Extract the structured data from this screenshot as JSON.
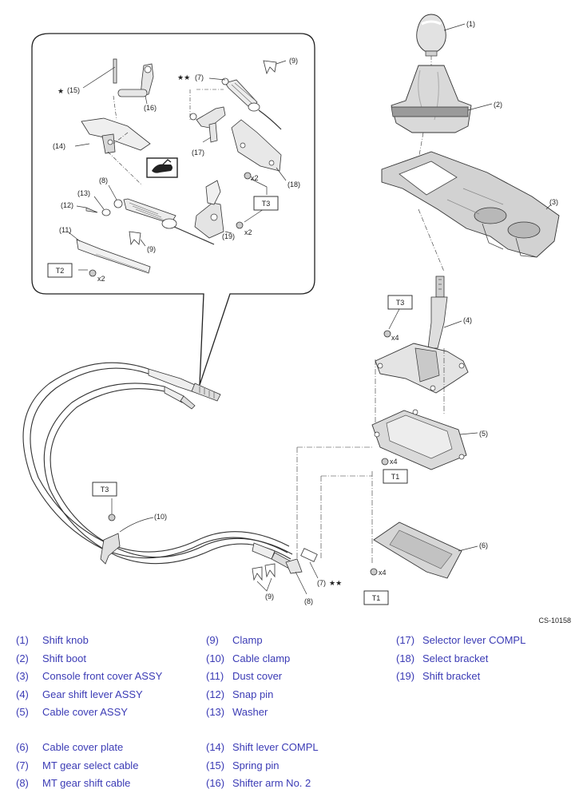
{
  "figure_code": "CS-10158",
  "callouts": {
    "c1": "(1)",
    "c2": "(2)",
    "c3": "(3)",
    "c4": "(4)",
    "c5": "(5)",
    "c6": "(6)",
    "c7_top": "(7)",
    "c7_bottom": "(7)",
    "c8_top": "(8)",
    "c8_bottom": "(8)",
    "c9_top": "(9)",
    "c9_mid": "(9)",
    "c9_bottom": "(9)",
    "c10": "(10)",
    "c11": "(11)",
    "c12": "(12)",
    "c13": "(13)",
    "c14": "(14)",
    "c15": "(15)",
    "c16": "(16)",
    "c17": "(17)",
    "c18": "(18)",
    "c19": "(19)"
  },
  "torque_labels": {
    "t2": "T2",
    "t3_inset_select": "T3",
    "t3_lever": "T3",
    "t3_clamp": "T3",
    "t1_cover": "T1",
    "t1_plate": "T1"
  },
  "quantities": {
    "x2": "x2",
    "x4": "x4"
  },
  "star_marks": {
    "single": "★",
    "double_left": "★★",
    "double_right": "★★"
  },
  "legend": {
    "col1": [
      {
        "num": "(1)",
        "name": "Shift knob"
      },
      {
        "num": "(2)",
        "name": "Shift boot"
      },
      {
        "num": "(3)",
        "name": "Console front cover ASSY"
      },
      {
        "num": "(4)",
        "name": "Gear shift lever ASSY"
      },
      {
        "num": "(5)",
        "name": "Cable cover ASSY"
      },
      {
        "num": "(6)",
        "name": "Cable cover plate"
      },
      {
        "num": "(7)",
        "name": "MT gear select cable"
      },
      {
        "num": "(8)",
        "name": "MT gear shift cable"
      }
    ],
    "col2": [
      {
        "num": "(9)",
        "name": "Clamp"
      },
      {
        "num": "(10)",
        "name": "Cable clamp"
      },
      {
        "num": "(11)",
        "name": "Dust cover"
      },
      {
        "num": "(12)",
        "name": "Snap pin"
      },
      {
        "num": "(13)",
        "name": "Washer"
      },
      {
        "num": "(14)",
        "name": "Shift lever COMPL"
      },
      {
        "num": "(15)",
        "name": "Spring pin"
      },
      {
        "num": "(16)",
        "name": "Shifter arm No. 2"
      }
    ],
    "col3": [
      {
        "num": "(17)",
        "name": "Selector lever COMPL"
      },
      {
        "num": "(18)",
        "name": "Select bracket"
      },
      {
        "num": "(19)",
        "name": "Shift bracket"
      }
    ]
  },
  "colors": {
    "legend_text": "#3b3bb5",
    "line": "#333333",
    "part_fill": "#e8e8e8",
    "part_dark": "#b0b0b0"
  }
}
